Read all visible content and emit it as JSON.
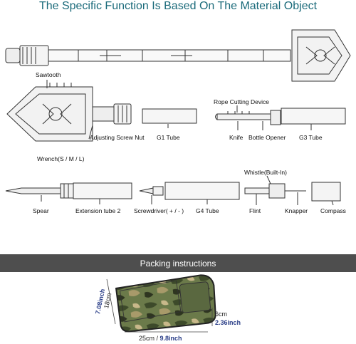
{
  "header": {
    "title": "The Specific Function Is Based On The Material Object"
  },
  "parts": {
    "sawtooth": "Sawtooth",
    "adjusting_screw_nut": "Adjusting Screw Nut",
    "wrench": "Wrench(S / M / L)",
    "g1_tube": "G1 Tube",
    "rope_cutting_device": "Rope Cutting Device",
    "knife": "Knife",
    "bottle_opener": "Bottle Opener",
    "g3_tube": "G3 Tube",
    "spear": "Spear",
    "extension_tube_2": "Extension tube 2",
    "screwdriver": "Screwdriver( + / - )",
    "g4_tube": "G4 Tube",
    "whistle": "Whistle(Built-In)",
    "flint": "Flint",
    "knapper": "Knapper",
    "compass": "Compass"
  },
  "packing": {
    "title": "Packing instructions",
    "height_cm": "18cm",
    "height_in": "7.08inch",
    "depth_cm": "6cm",
    "depth_in": "2.36inch",
    "width_cm": "25cm",
    "width_sep": " / ",
    "width_in": "9.8inch"
  }
}
